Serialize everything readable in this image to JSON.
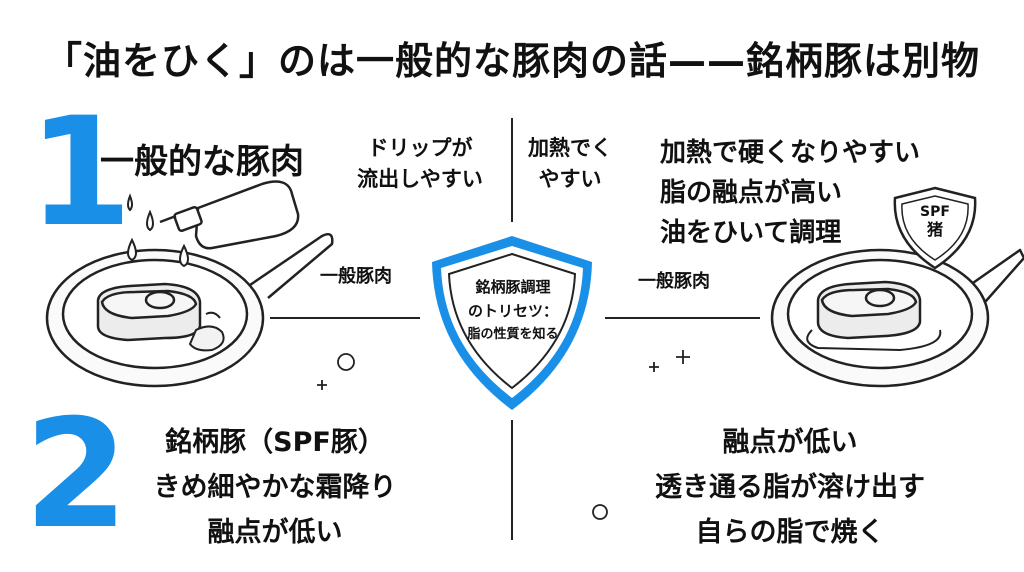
{
  "title": "「油をひく」のは一般的な豚肉の話——銘柄豚は別物",
  "section1": {
    "number": "1",
    "heading": "一般的な豚肉"
  },
  "drip_label": [
    "ドリップが",
    "流出しやすい"
  ],
  "heat_easy_label": [
    "加熱でく",
    "やすい"
  ],
  "right_list": [
    "加熱で硬くなりやすい",
    "脂の融点が高い",
    "油をひいて調理"
  ],
  "pan_label_left": "一般豚肉",
  "pan_label_right": "一般豚肉",
  "center_badge": [
    "銘柄豚調理",
    "のトリセツ：",
    "脂の性質を知る"
  ],
  "shield_badge": [
    "SPF",
    "猪"
  ],
  "section2": {
    "number": "2",
    "lines": [
      "銘柄豚（SPF豚）",
      "きめ細やかな霜降り",
      "融点が低い"
    ]
  },
  "section4": {
    "lines": [
      "融点が低い",
      "透き通る脂が溶け出す",
      "自らの脂で焼く"
    ]
  },
  "colors": {
    "accent": "#1a8fe8",
    "ink": "#111111",
    "line": "#222222"
  }
}
